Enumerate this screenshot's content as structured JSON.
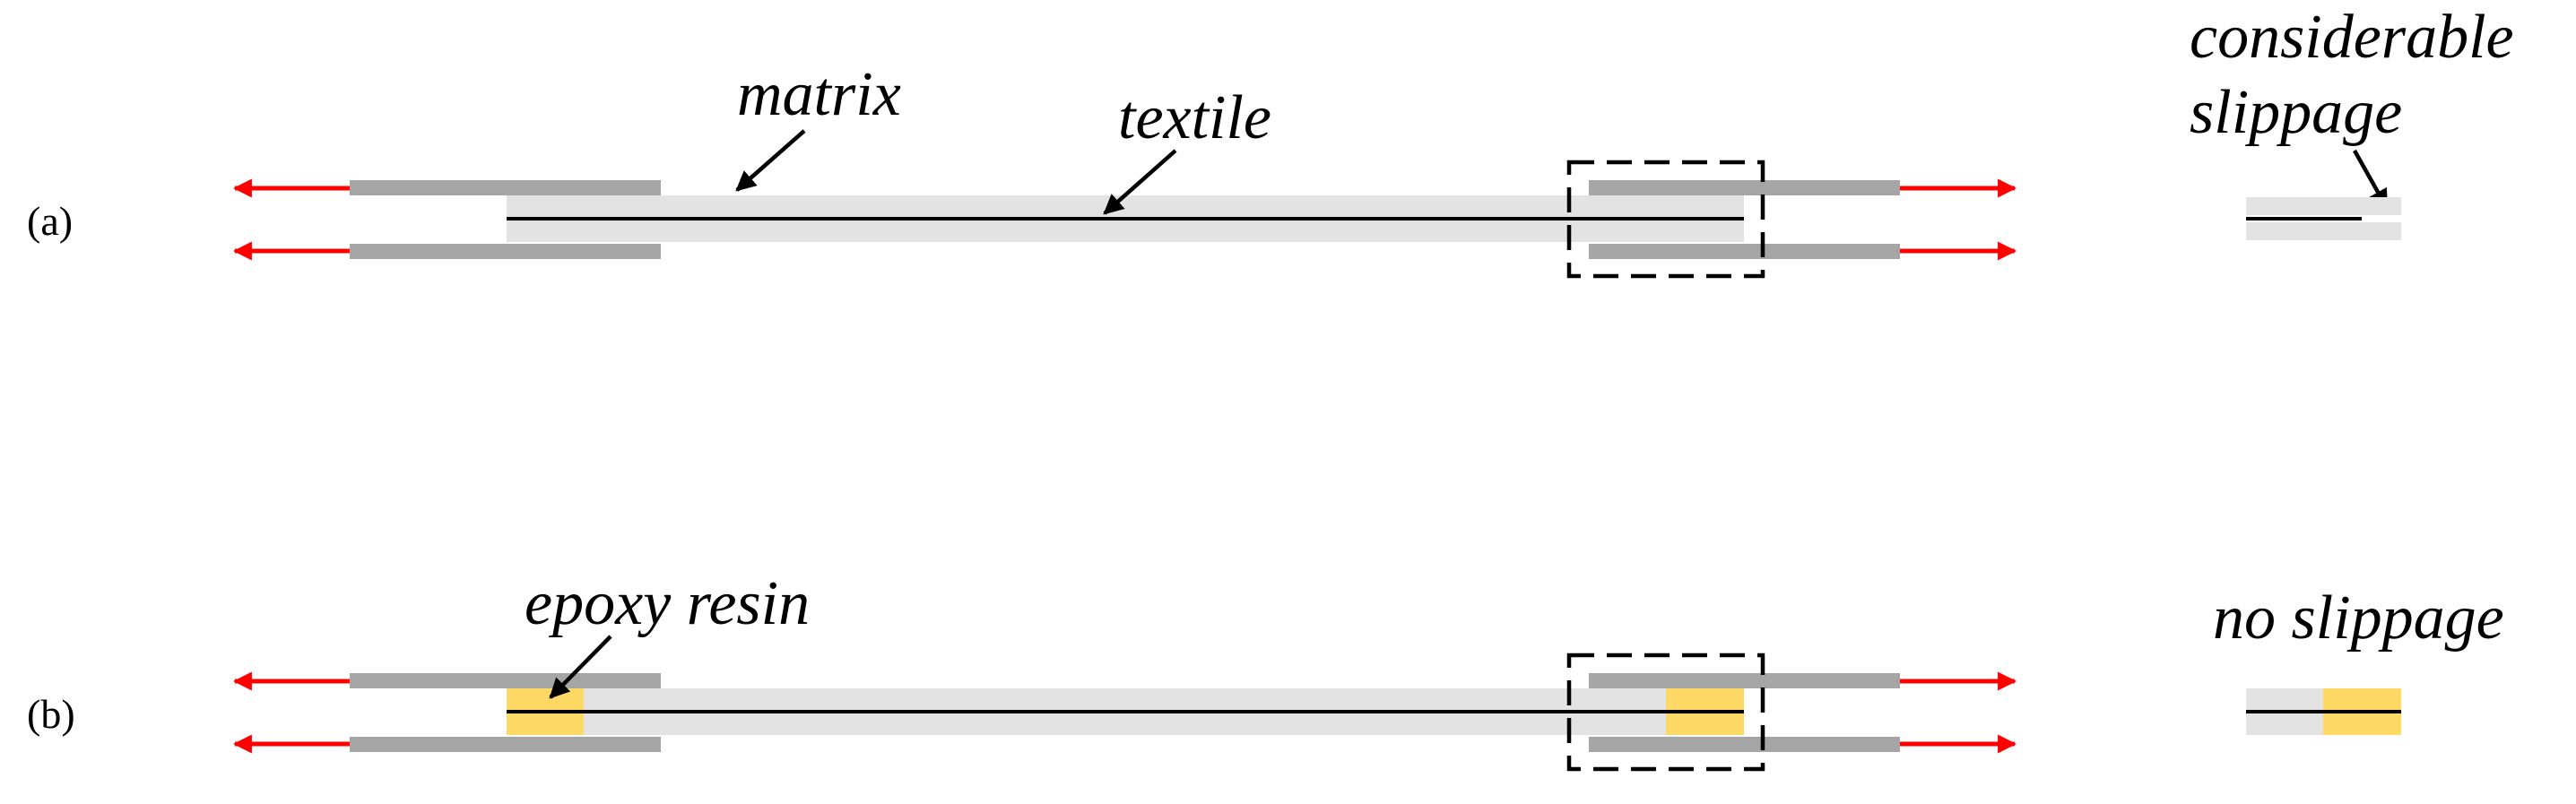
{
  "panels": [
    {
      "label": "(a)",
      "annotations": {
        "matrix": "matrix",
        "textile": "textile"
      },
      "detail_caption": [
        "considerable",
        "slippage"
      ]
    },
    {
      "label": "(b)",
      "annotations": {
        "epoxy": "epoxy resin"
      },
      "detail_caption": [
        "no slippage"
      ]
    }
  ],
  "colors": {
    "matrix": "#e3e3e3",
    "grip": "#a5a5a5",
    "textile": "#000000",
    "force_arrow": "#ff0000",
    "epoxy": "#ffd966",
    "detail_box": "#000000"
  }
}
